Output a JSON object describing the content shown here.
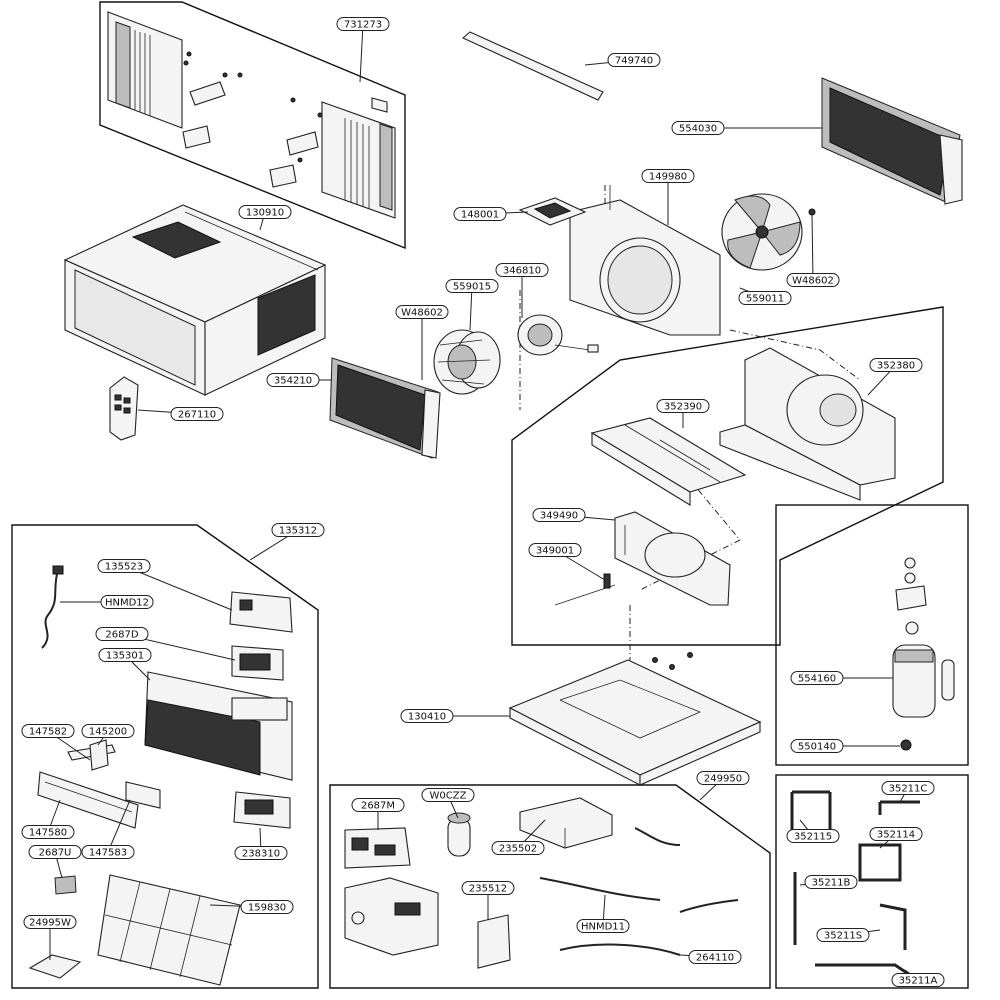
{
  "parts": [
    {
      "id": "p731273",
      "label": "731273"
    },
    {
      "id": "p749740",
      "label": "749740"
    },
    {
      "id": "p554030",
      "label": "554030"
    },
    {
      "id": "p149980",
      "label": "149980"
    },
    {
      "id": "p148001",
      "label": "148001"
    },
    {
      "id": "p130910",
      "label": "130910"
    },
    {
      "id": "p346810",
      "label": "346810"
    },
    {
      "id": "p559015",
      "label": "559015"
    },
    {
      "id": "pW48602a",
      "label": "W48602"
    },
    {
      "id": "p559011",
      "label": "559011"
    },
    {
      "id": "pW48602b",
      "label": "W48602"
    },
    {
      "id": "p354210",
      "label": "354210"
    },
    {
      "id": "p267110",
      "label": "267110"
    },
    {
      "id": "p352380",
      "label": "352380"
    },
    {
      "id": "p352390",
      "label": "352390"
    },
    {
      "id": "p349490",
      "label": "349490"
    },
    {
      "id": "p349001",
      "label": "349001"
    },
    {
      "id": "p135312",
      "label": "135312"
    },
    {
      "id": "p135523",
      "label": "135523"
    },
    {
      "id": "pHNMD12",
      "label": "HNMD12"
    },
    {
      "id": "p2687D",
      "label": "2687D"
    },
    {
      "id": "p135301",
      "label": "135301"
    },
    {
      "id": "p147582",
      "label": "147582"
    },
    {
      "id": "p145200",
      "label": "145200"
    },
    {
      "id": "p147580",
      "label": "147580"
    },
    {
      "id": "p147583",
      "label": "147583"
    },
    {
      "id": "p238310",
      "label": "238310"
    },
    {
      "id": "p2687U",
      "label": "2687U"
    },
    {
      "id": "p159830",
      "label": "159830"
    },
    {
      "id": "p24995W",
      "label": "24995W"
    },
    {
      "id": "p130410",
      "label": "130410"
    },
    {
      "id": "p554160",
      "label": "554160"
    },
    {
      "id": "p550140",
      "label": "550140"
    },
    {
      "id": "p249950",
      "label": "249950"
    },
    {
      "id": "p2687M",
      "label": "2687M"
    },
    {
      "id": "pW0CZZ",
      "label": "W0CZZ"
    },
    {
      "id": "p235502",
      "label": "235502"
    },
    {
      "id": "p235512",
      "label": "235512"
    },
    {
      "id": "pHNMD11",
      "label": "HNMD11"
    },
    {
      "id": "p264110",
      "label": "264110"
    },
    {
      "id": "p35211C",
      "label": "35211C"
    },
    {
      "id": "p352115",
      "label": "352115"
    },
    {
      "id": "p352114",
      "label": "352114"
    },
    {
      "id": "p35211B",
      "label": "35211B"
    },
    {
      "id": "p35211S",
      "label": "35211S"
    },
    {
      "id": "p35211A",
      "label": "35211A"
    }
  ]
}
